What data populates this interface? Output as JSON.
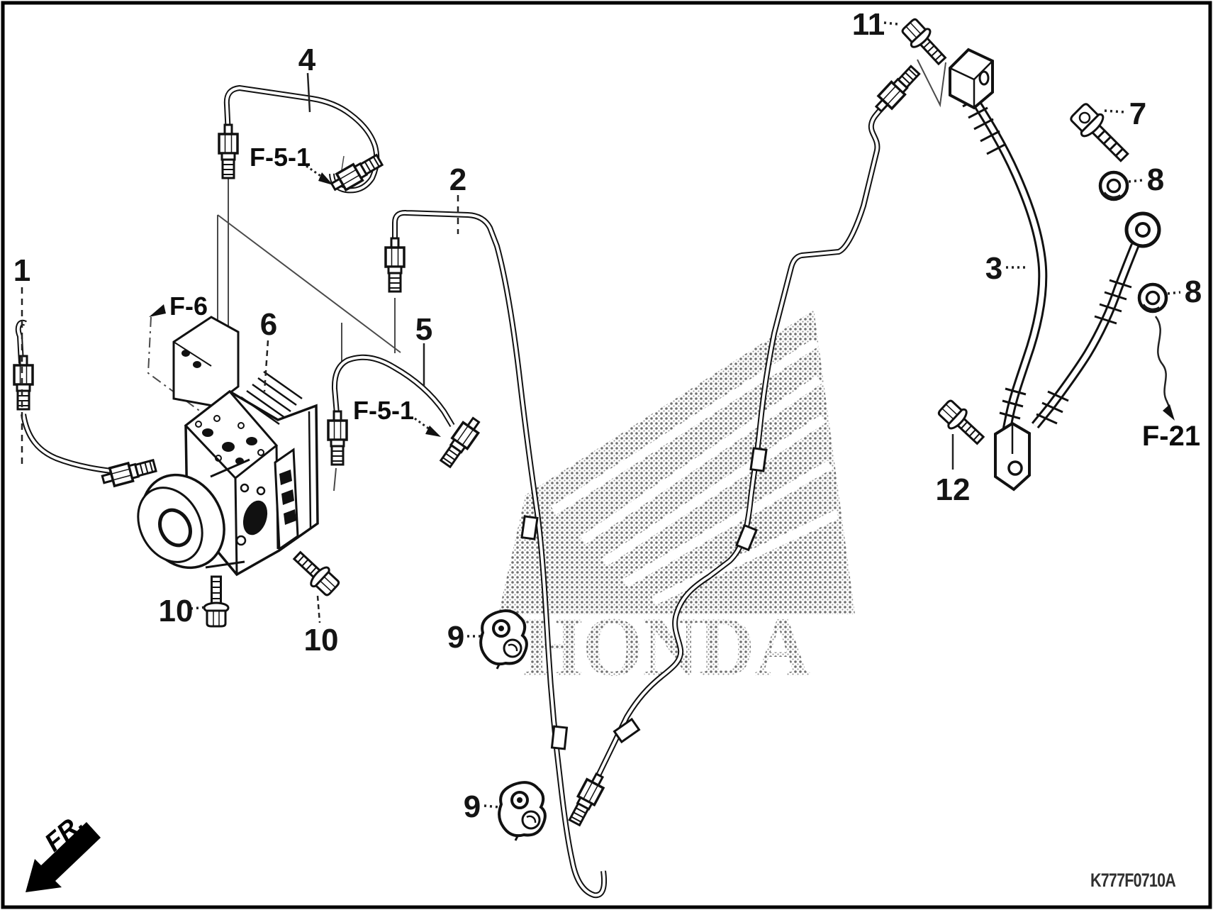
{
  "diagram": {
    "page_code": "K777F0710A",
    "orientation_label": "FR.",
    "watermark_text": "HONDA",
    "ink_color": "#161616",
    "callouts": {
      "c1": "1",
      "c2": "2",
      "c3": "3",
      "c4": "4",
      "c5": "5",
      "c6": "6",
      "c7": "7",
      "c8a": "8",
      "c8b": "8",
      "c9a": "9",
      "c9b": "9",
      "c10a": "10",
      "c10b": "10",
      "c11": "11",
      "c12": "12"
    },
    "refs": {
      "f6": "F-6",
      "f51a": "F-5-1",
      "f51b": "F-5-1",
      "f21": "F-21"
    }
  }
}
